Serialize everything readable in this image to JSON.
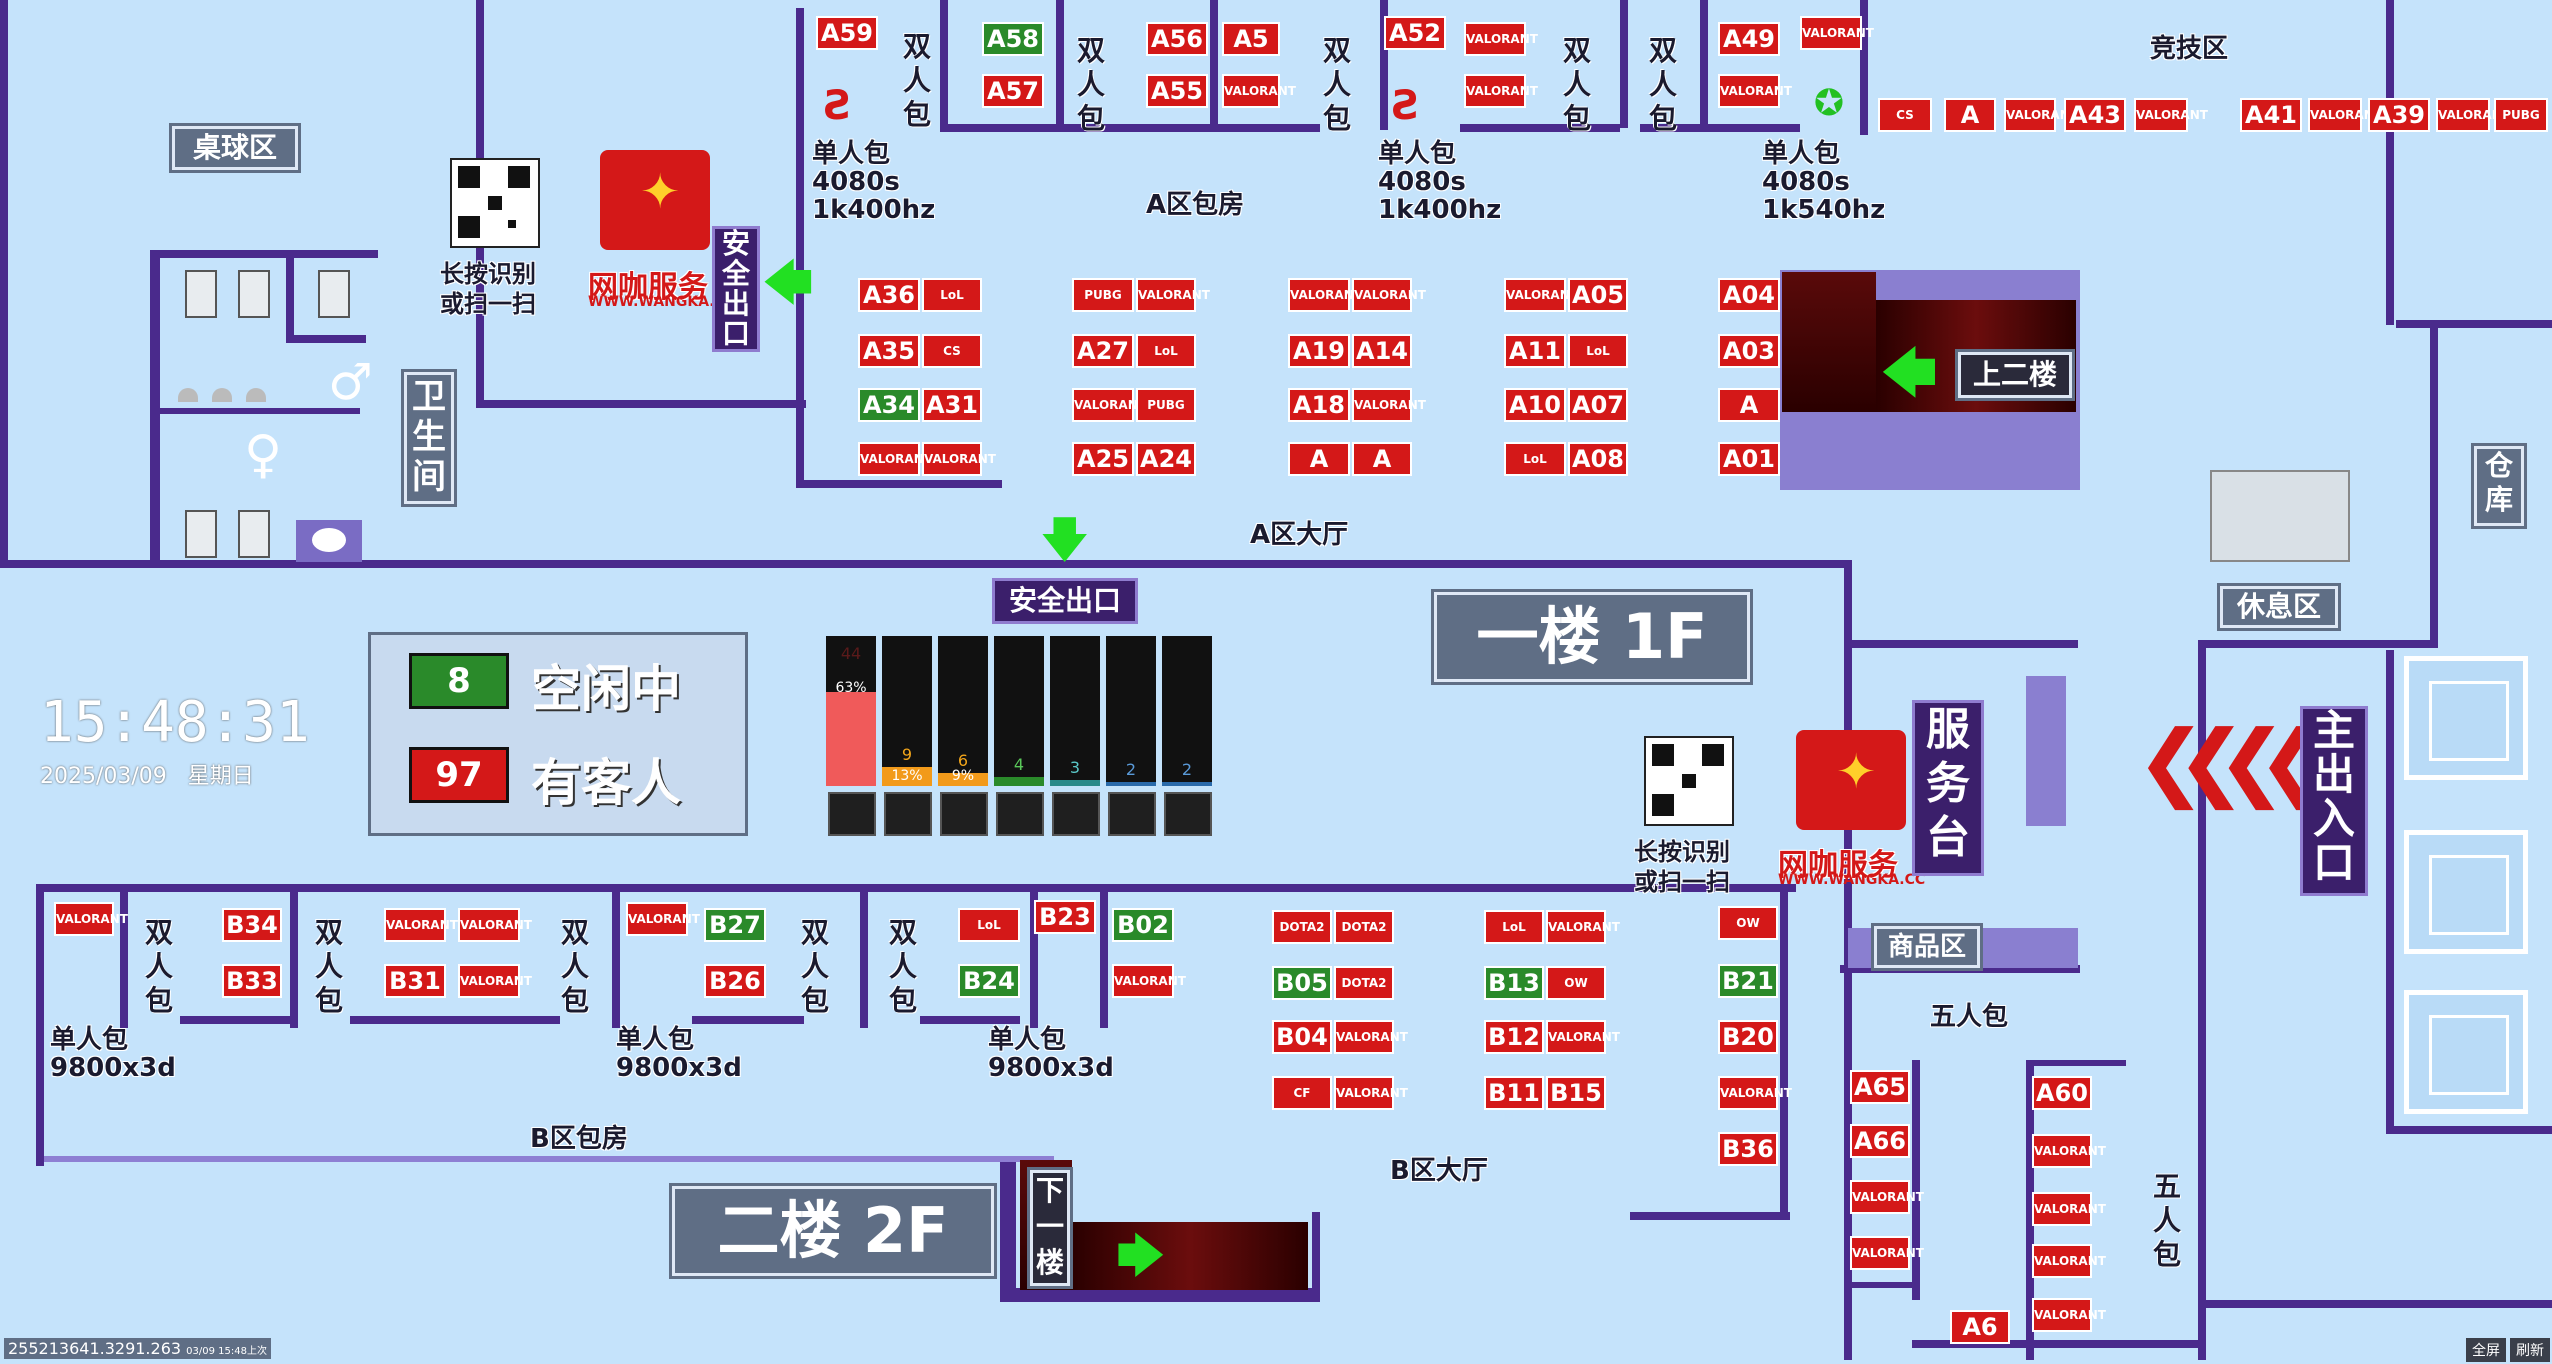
{
  "clock": {
    "time": "15:48:31",
    "date": "2025/03/09",
    "weekday": "星期日"
  },
  "status": {
    "free_count": "8",
    "free_label": "空闲中",
    "busy_count": "97",
    "busy_label": "有客人"
  },
  "usage_chart": {
    "bars": [
      {
        "game": "valorant-icon",
        "value": "44",
        "percent": "63%"
      },
      {
        "game": "league-icon",
        "value": "9",
        "percent": "13%"
      },
      {
        "game": "dota2-icon",
        "value": "6",
        "percent": "9%"
      },
      {
        "game": "pubg-icon",
        "value": "4",
        "percent": ""
      },
      {
        "game": "crossfire-icon",
        "value": "3",
        "percent": ""
      },
      {
        "game": "cs-icon",
        "value": "2",
        "percent": ""
      },
      {
        "game": "overwatch-icon",
        "value": "2",
        "percent": ""
      }
    ]
  },
  "areas": {
    "billiards": "桌球区",
    "restroom": "卫生间",
    "competition": "竞技区",
    "warehouse": "仓库",
    "lounge": "休息区",
    "a_rooms": "A区包房",
    "a_hall": "A区大厅",
    "b_rooms": "B区包房",
    "b_hall": "B区大厅",
    "shop": "商品区",
    "five_room": "五人包",
    "five_room_v": "五人包",
    "service_desk": "服务台",
    "main_entrance": "主出入口",
    "exit_top": "安全出口",
    "exit_mid": "安全出口",
    "upstairs": "上二楼",
    "downstairs": "下一楼",
    "double_room": "双人包"
  },
  "floors": {
    "first": "一楼  1F",
    "second": "二楼  2F"
  },
  "room_notes": {
    "single_a": [
      "单人包",
      "4080s",
      "1k400hz"
    ],
    "single_b": [
      "单人包",
      "4080s",
      "1k400hz"
    ],
    "single_c": [
      "单人包",
      "4080s",
      "1k540hz"
    ],
    "single_d": [
      "单人包",
      "9800x3d"
    ],
    "single_e": [
      "单人包",
      "9800x3d"
    ],
    "single_f": [
      "单人包",
      "9800x3d"
    ]
  },
  "qr": {
    "caption1": "长按识别",
    "caption2": "或扫一扫"
  },
  "brand": {
    "name": "网咖服务",
    "url": "WWW.WANGKA.CC"
  },
  "seats": {
    "top_rooms": [
      "A59",
      "A58",
      "A57",
      "A56",
      "A5",
      "A55",
      "A52",
      "A49"
    ],
    "competition": [
      "A",
      "A43",
      "A41",
      "A39"
    ],
    "a_hall": [
      "A36",
      "A35",
      "A34",
      "A31",
      "A27",
      "A25",
      "A24",
      "A19",
      "A14",
      "A18",
      "A",
      "A",
      "A05",
      "A11",
      "A10",
      "A07",
      "A08",
      "A04",
      "A03",
      "A",
      "A01"
    ],
    "b_rooms": [
      "B34",
      "B33",
      "B31",
      "B27",
      "B26",
      "B24",
      "B23",
      "B02"
    ],
    "b_hall": [
      "B05",
      "B04",
      "B13",
      "B12",
      "B11",
      "B15",
      "B21",
      "B20",
      "B36"
    ],
    "five": [
      "A65",
      "A66",
      "A60",
      "A6"
    ]
  },
  "footer": {
    "left": "255213641.3291.263",
    "left2": "03/09 15:48上次",
    "btn_fullscreen": "全屏",
    "btn_refresh": "刷新"
  }
}
